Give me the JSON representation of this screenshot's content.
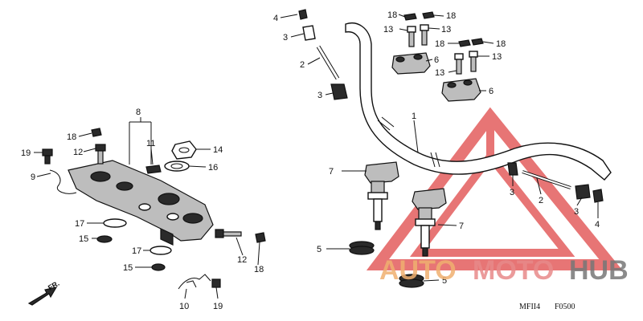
{
  "diagram": {
    "callouts": {
      "p1": "1",
      "p2a": "2",
      "p2b": "2",
      "p3a": "3",
      "p3b": "3",
      "p3c": "3",
      "p3d": "3",
      "p4a": "4",
      "p4b": "4",
      "p5a": "5",
      "p5b": "5",
      "p6a": "6",
      "p6b": "6",
      "p7a": "7",
      "p7b": "7",
      "p8": "8",
      "p9": "9",
      "p10": "10",
      "p11": "11",
      "p12a": "12",
      "p12b": "12",
      "p13a": "13",
      "p13b": "13",
      "p13c": "13",
      "p13d": "13",
      "p14": "14",
      "p15a": "15",
      "p15b": "15",
      "p16": "16",
      "p17a": "17",
      "p17b": "17",
      "p18a": "18",
      "p18b": "18",
      "p18c": "18",
      "p18d": "18",
      "p18e": "18",
      "p18f": "18",
      "p19a": "19",
      "p19b": "19"
    },
    "front_arrow": "FR.",
    "diagram_code": "MFII4",
    "diagram_ref": "F0500"
  },
  "watermark": {
    "word_auto": "AUTO",
    "word_moto": "MOTO",
    "word_hub": "HUB",
    "colors": {
      "triangle": "#e04848",
      "auto": "#f0b070",
      "moto": "#e88a8a",
      "hub": "#777777"
    }
  }
}
